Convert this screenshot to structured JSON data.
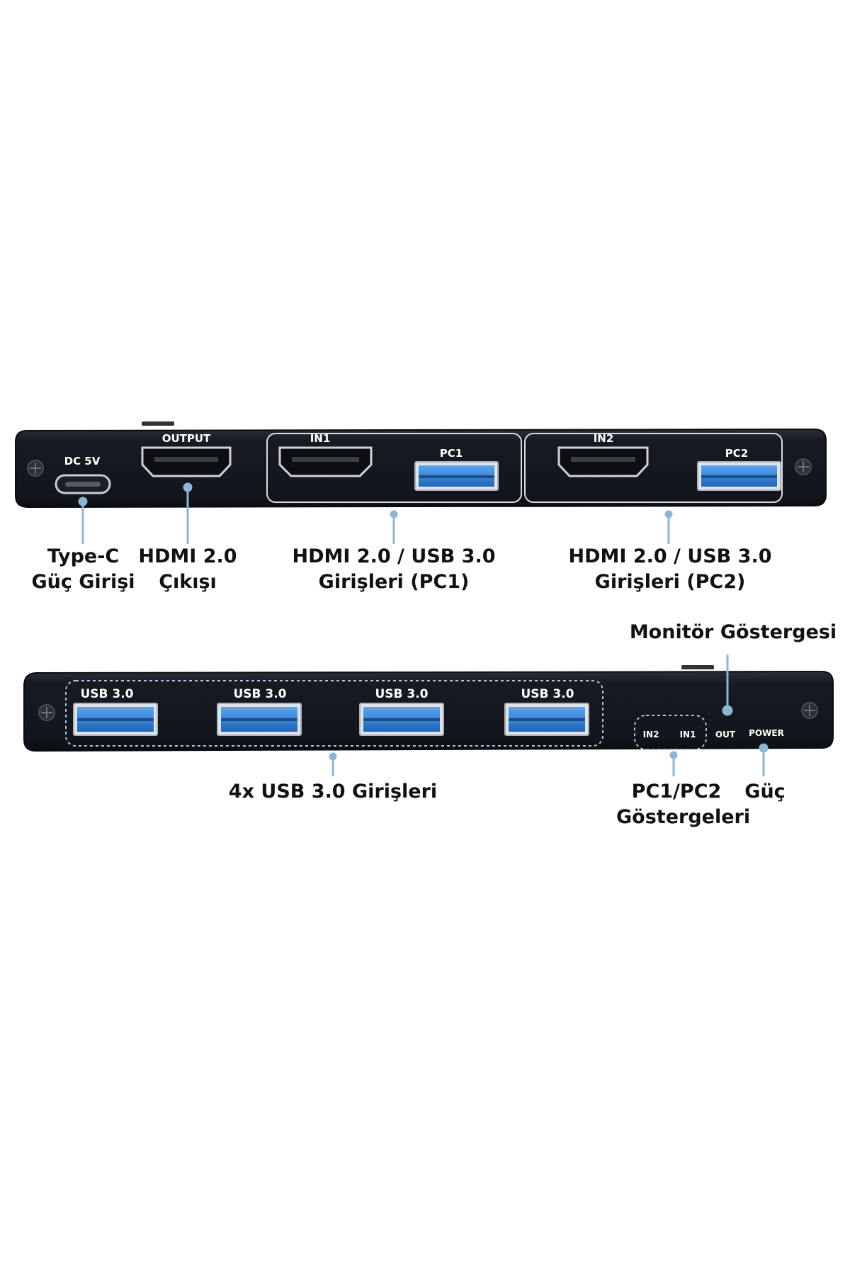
{
  "colors": {
    "background": "#ffffff",
    "device_body": "#15181f",
    "usb_blue": "#2f7fd8",
    "leader_line": "#8cb6d8",
    "label_text": "#111111"
  },
  "top_panel": {
    "port_labels": {
      "dc": "DC 5V",
      "output": "OUTPUT",
      "in1": "IN1",
      "pc1": "PC1",
      "in2": "IN2",
      "pc2": "PC2"
    },
    "callouts": {
      "typec": [
        "Type-C",
        "Güç Girişi"
      ],
      "hdmi_out": [
        "HDMI 2.0",
        "Çıkışı"
      ],
      "pc1_inputs": [
        "HDMI 2.0 / USB 3.0",
        "Girişleri (PC1)"
      ],
      "pc2_inputs": [
        "HDMI 2.0 / USB 3.0",
        "Girişleri (PC2)"
      ]
    }
  },
  "bottom_panel": {
    "usb_labels": [
      "USB 3.0",
      "USB 3.0",
      "USB 3.0",
      "USB 3.0"
    ],
    "indicator_labels": {
      "in2": "IN2",
      "in1": "IN1",
      "out": "OUT",
      "power": "POWER"
    },
    "callouts": {
      "monitor": "Monitör Göstergesi",
      "usb_inputs": "4x USB 3.0 Girişleri",
      "pc_indicators": [
        "PC1/PC2",
        "Göstergeleri"
      ],
      "power": "Güç"
    }
  }
}
